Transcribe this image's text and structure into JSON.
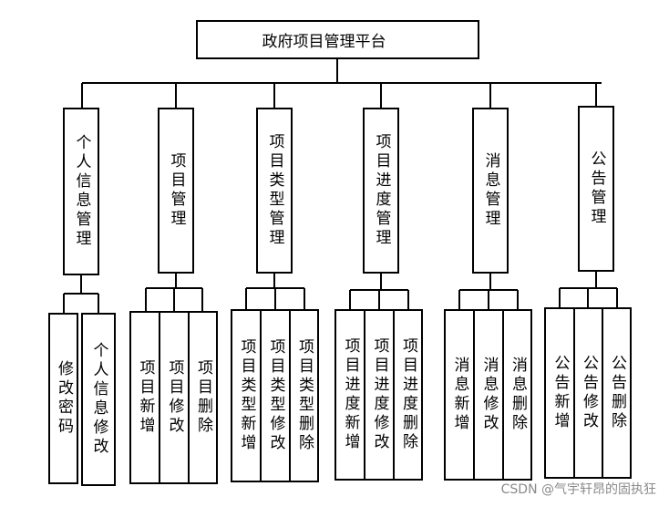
{
  "title": "政府项目管理平台",
  "modules": [
    {
      "label": "个人信息管理",
      "children": [
        "修改密码",
        "个人信息修改"
      ]
    },
    {
      "label": "项目管理",
      "children": [
        "项目新增",
        "项目修改",
        "项目删除"
      ]
    },
    {
      "label": "项目类型管理",
      "children": [
        "项目类型新增",
        "项目类型修改",
        "项目类型删除"
      ]
    },
    {
      "label": "项目进度管理",
      "children": [
        "项目进度新增",
        "项目进度修改",
        "项目进度删除"
      ]
    },
    {
      "label": "消息管理",
      "children": [
        "消息新增",
        "消息修改",
        "消息删除"
      ]
    },
    {
      "label": "公告管理",
      "children": [
        "公告新增",
        "公告修改",
        "公告删除"
      ]
    }
  ],
  "watermark": "CSDN @气宇轩昂的固执狂"
}
